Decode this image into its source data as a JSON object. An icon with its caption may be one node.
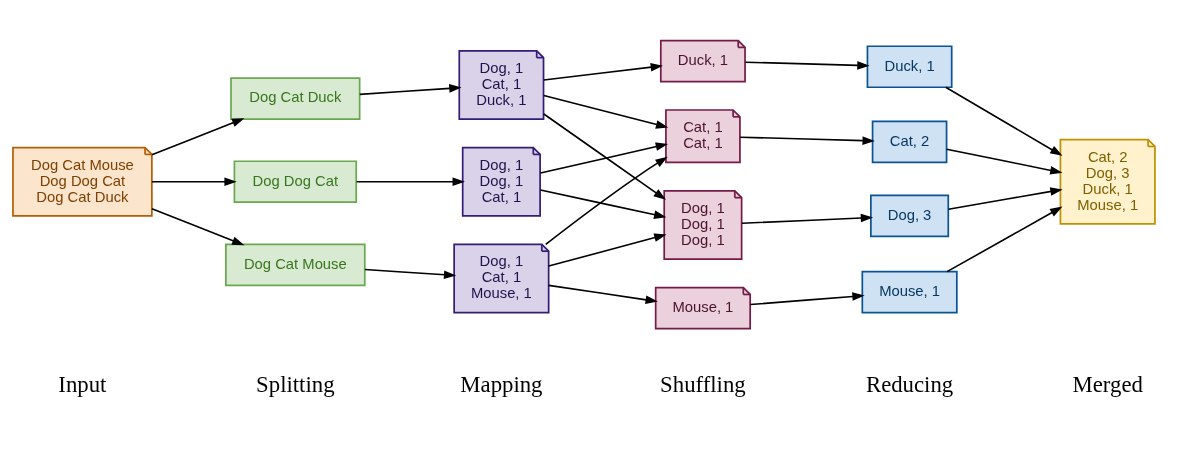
{
  "diagram": {
    "nodes": [
      {
        "text": [
          "Dog Cat Mouse Dog Dog Cat Dog Cat Duck"
        ]
      },
      {
        "text": [
          "Dog Cat Mouse"
        ]
      },
      {
        "text": [
          "Dog Dog Cat"
        ]
      },
      {
        "text": [
          "Dog Cat Duck"
        ]
      },
      {
        "text": [
          "Dog, 1 Cat, 1 Mouse, 1"
        ]
      },
      {
        "text": [
          "Dog, 1 Dog, 1 Cat, 1"
        ]
      },
      {
        "text": [
          "Dog, 1 Cat, 1 Duck, 1"
        ]
      },
      {
        "text": [
          "Cat, 1 Cat, 1"
        ]
      },
      {
        "text": [
          "Dog, 1 Dog, 1 Dog, 1"
        ]
      },
      {
        "text": [
          "Duck, 1"
        ]
      },
      {
        "text": [
          "Mouse, 1"
        ]
      },
      {
        "text": [
          "Cat, 2"
        ]
      },
      {
        "text": [
          "Dog, 3"
        ]
      },
      {
        "text": [
          "Duck, 1"
        ]
      },
      {
        "text": [
          "Mouse, 1"
        ]
      },
      {
        "text": [
          "Cat, 2 Dog, 3 Duck, 1 Mouse, 1"
        ]
      }
    ],
    "edges": [
      {
        "from": 0,
        "to": 1,
        "arrow": "to"
      },
      {
        "from": 0,
        "to": 2,
        "arrow": "to"
      },
      {
        "from": 0,
        "to": 3,
        "arrow": "to"
      },
      {
        "from": 1,
        "to": 4,
        "arrow": "to"
      },
      {
        "from": 2,
        "to": 5,
        "arrow": "to"
      },
      {
        "from": 3,
        "to": 6,
        "arrow": "to"
      },
      {
        "from": 4,
        "to": 7,
        "arrow": "to"
      },
      {
        "from": 4,
        "to": 8,
        "arrow": "to"
      },
      {
        "from": 4,
        "to": 10,
        "arrow": "to"
      },
      {
        "from": 5,
        "to": 7,
        "arrow": "to"
      },
      {
        "from": 5,
        "to": 8,
        "arrow": "to"
      },
      {
        "from": 6,
        "to": 7,
        "arrow": "to"
      },
      {
        "from": 6,
        "to": 8,
        "arrow": "to"
      },
      {
        "from": 6,
        "to": 9,
        "arrow": "to"
      },
      {
        "from": 7,
        "to": 11,
        "arrow": "to"
      },
      {
        "from": 8,
        "to": 12,
        "arrow": "to"
      },
      {
        "from": 9,
        "to": 13,
        "arrow": "to"
      },
      {
        "from": 10,
        "to": 14,
        "arrow": "to"
      },
      {
        "from": 11,
        "to": 15,
        "arrow": "to"
      },
      {
        "from": 12,
        "to": 15,
        "arrow": "to"
      },
      {
        "from": 13,
        "to": 15,
        "arrow": "to"
      },
      {
        "from": 14,
        "to": 15,
        "arrow": "to"
      }
    ],
    "labels": [
      "Input",
      "Splitting",
      "Mapping",
      "Shuffling",
      "Reducing",
      "Merged"
    ]
  }
}
